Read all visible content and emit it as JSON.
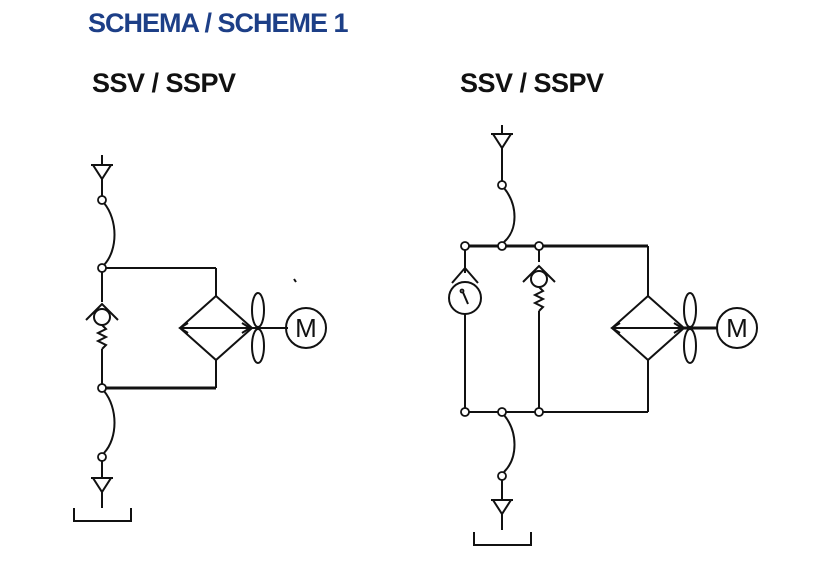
{
  "title": "SCHEMA / SCHEME 1",
  "diagrams": [
    {
      "label": "SSV / SSPV",
      "motor_label": "M"
    },
    {
      "label": "SSV / SSPV",
      "motor_label": "M"
    }
  ],
  "colors": {
    "title": "#1d3f87",
    "lines": "#111111"
  }
}
